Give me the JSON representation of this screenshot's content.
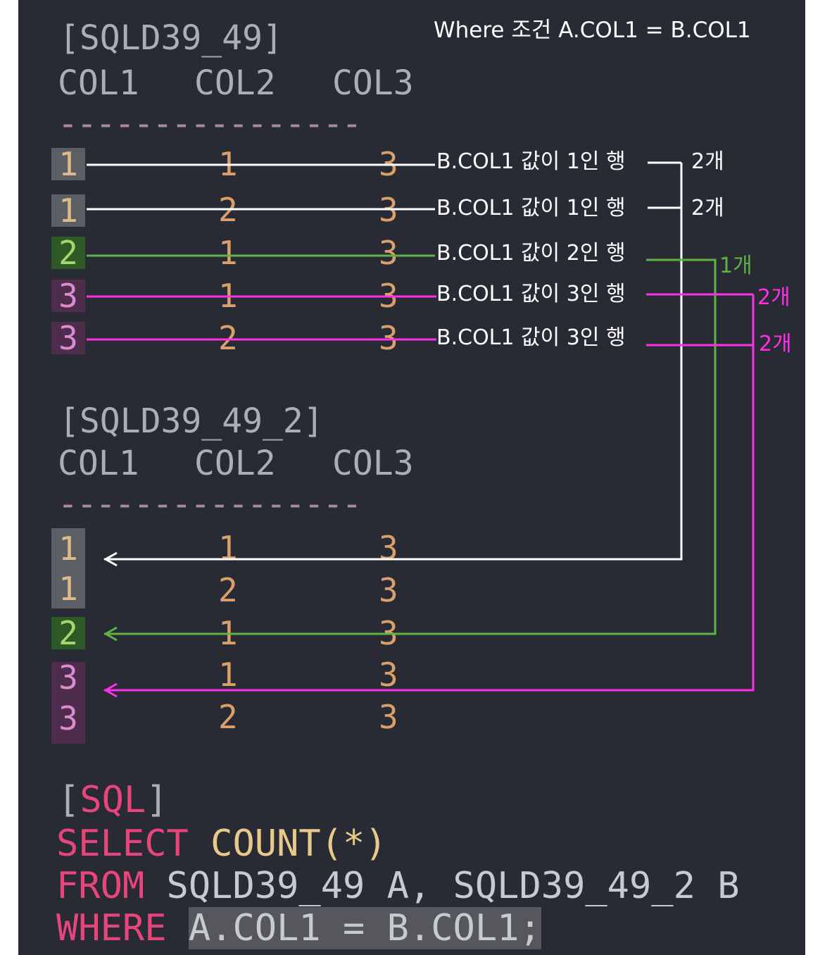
{
  "title_note": "Where 조건 A.COL1 = B.COL1",
  "table_a": {
    "name": "[SQLD39_49]",
    "columns": [
      "COL1",
      "COL2",
      "COL3"
    ],
    "separator": "----------------",
    "rows": [
      [
        "1",
        "1",
        "3"
      ],
      [
        "1",
        "2",
        "3"
      ],
      [
        "2",
        "1",
        "3"
      ],
      [
        "3",
        "1",
        "3"
      ],
      [
        "3",
        "2",
        "3"
      ]
    ]
  },
  "table_b": {
    "name": "[SQLD39_49_2]",
    "columns": [
      "COL1",
      "COL2",
      "COL3"
    ],
    "separator": "----------------",
    "rows": [
      [
        "1",
        "1",
        "3"
      ],
      [
        "1",
        "2",
        "3"
      ],
      [
        "2",
        "1",
        "3"
      ],
      [
        "3",
        "1",
        "3"
      ],
      [
        "3",
        "2",
        "3"
      ]
    ]
  },
  "annotations": [
    "B.COL1 값이 1인 행",
    "B.COL1 값이 1인 행",
    "B.COL1 값이 2인 행",
    "B.COL1 값이 3인 행",
    "B.COL1 값이 3인 행"
  ],
  "counts": [
    "2개",
    "2개",
    "1개",
    "2개",
    "2개"
  ],
  "sql": {
    "label": "[SQL]",
    "select_kw": "SELECT",
    "count_fn": "COUNT(*)",
    "from_kw": "FROM",
    "from_rest": "SQLD39_49 A, SQLD39_49_2 B",
    "where_kw": "WHERE",
    "where_cond": "A.COL1 = B.COL1;"
  },
  "colors": {
    "background": "#282b34",
    "white_line": "#ffffff",
    "green_line": "#5fb244",
    "magenta_line": "#ff2fe8"
  }
}
